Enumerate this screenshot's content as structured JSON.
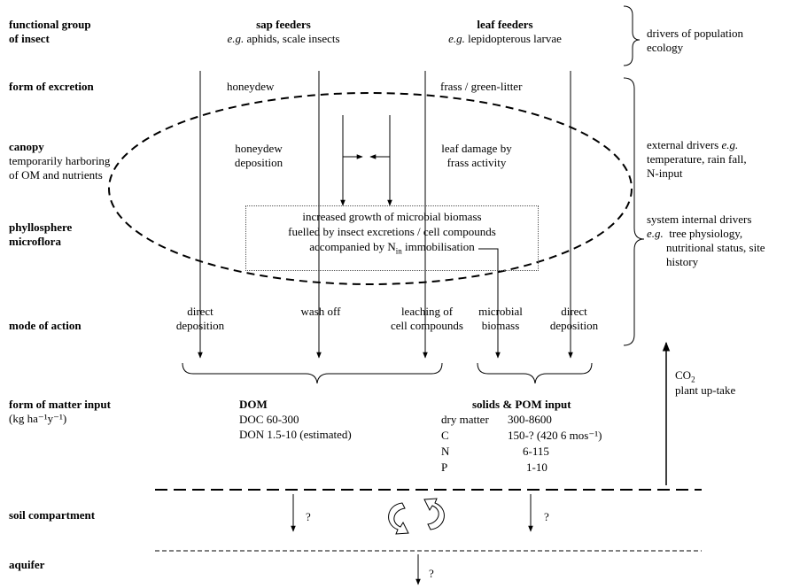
{
  "rows": {
    "group_label": "functional group\nof insect",
    "excretion_label": "form of excretion",
    "canopy_title": "canopy",
    "canopy_sub": "temporarily harboring\nof OM and nutrients",
    "phyllo_label": "phyllosphere\nmicroflora",
    "mode_label": "mode of action",
    "matter_label": "form of matter input",
    "matter_unit": "(kg ha⁻¹y⁻¹)",
    "soil_label": "soil compartment",
    "aquifer_label": "aquifer"
  },
  "sap": {
    "title": "sap feeders",
    "eg": "e.g.",
    "examples": "aphids, scale insects",
    "excretion": "honeydew",
    "deposition": "honeydew\ndeposition"
  },
  "leaf": {
    "title": "leaf feeders",
    "eg": "e.g.",
    "examples": "lepidopterous larvae",
    "excretion": "frass / green-litter",
    "damage": "leaf damage by\nfrass activity"
  },
  "microbial": {
    "line1": "increased growth of microbial biomass",
    "line2": "fuelled by insect excretions / cell compounds",
    "line3_pre": "accompanied by N",
    "line3_sub": "in",
    "line3_post": " immobilisation"
  },
  "modes": {
    "direct_left": "direct\ndeposition",
    "wash_off": "wash off",
    "leaching": "leaching of\ncell compounds",
    "microbial_biomass": "microbial\nbiomass",
    "direct_right": "direct\ndeposition"
  },
  "dom": {
    "title": "DOM",
    "doc": "DOC 60-300",
    "don": "DON 1.5-10 (estimated)"
  },
  "pom": {
    "title": "solids & POM input",
    "rows": [
      {
        "label": "dry matter",
        "value": "300-8600"
      },
      {
        "label": "C",
        "value": "150-? (420 6 mos⁻¹)"
      },
      {
        "label": "N",
        "value": "6-115"
      },
      {
        "label": "P",
        "value": "1-10"
      }
    ]
  },
  "drivers": {
    "population": "drivers of population\necology",
    "external_pre": "external drivers ",
    "external_eg": "e.g.",
    "external_rest": "temperature, rain fall,\nN-input",
    "internal_l1": "system internal drivers",
    "internal_eg": "e.g.",
    "internal_rest": " tree physiology,\nnutritional status, site\nhistory"
  },
  "co2": {
    "label": "CO",
    "sub": "2",
    "uptake": "plant up-take"
  },
  "unknown_mark": "?"
}
